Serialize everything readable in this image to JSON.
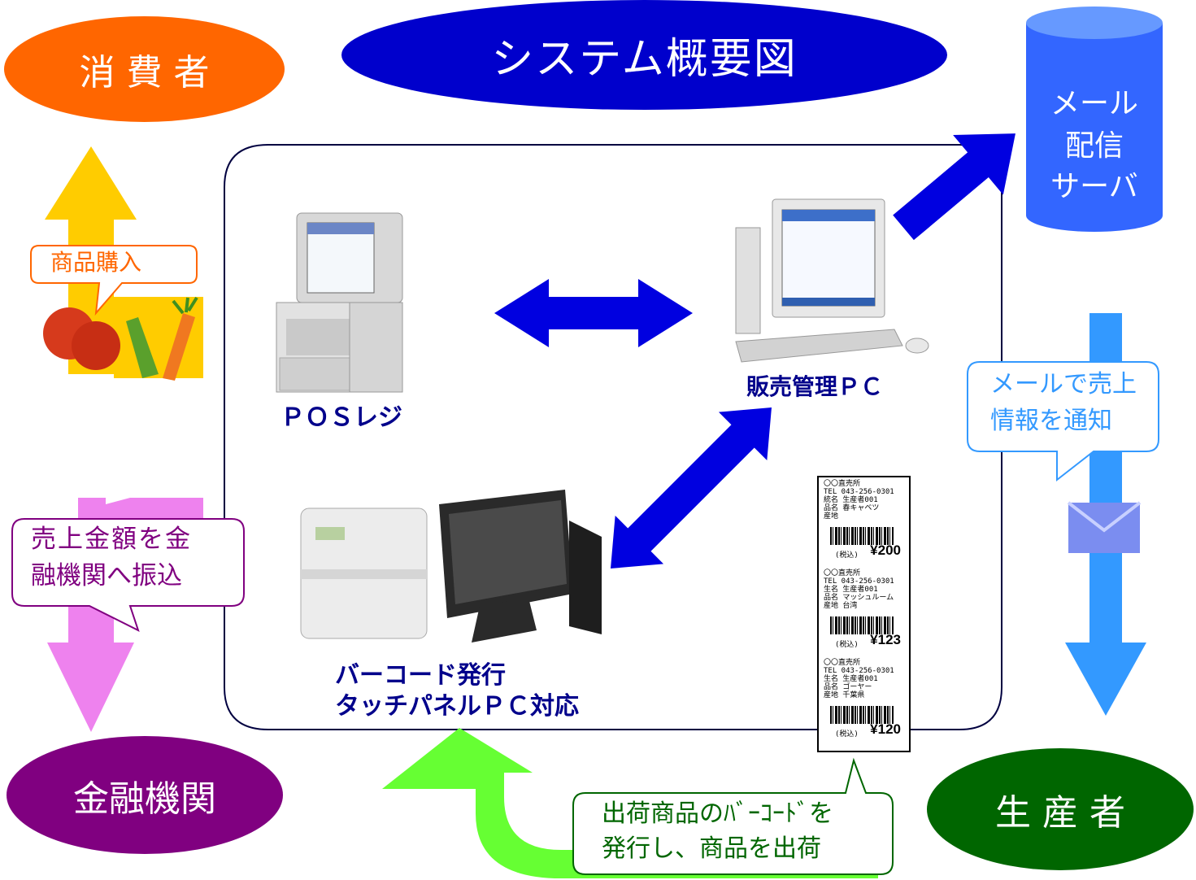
{
  "title": "システム概要図",
  "nodes": {
    "consumer": "消 費 者",
    "bank": "金融機関",
    "producer": "生 産 者",
    "mail_server": [
      "メール",
      "配信",
      "サーバ"
    ]
  },
  "devices": {
    "pos": "ＰＯＳレジ",
    "sales_pc": "販売管理ＰＣ",
    "barcode_line1": "バーコード発行",
    "barcode_line2": "タッチパネルＰＣ対応"
  },
  "callouts": {
    "purchase": "商品購入",
    "transfer_line1": "売上金額を金",
    "transfer_line2": "融機関へ振込",
    "notify_line1": "メールで売上",
    "notify_line2": "情報を通知",
    "ship_line1": "出荷商品のﾊﾞｰｺｰﾄﾞを",
    "ship_line2": "発行し、商品を出荷"
  },
  "receipt": [
    {
      "lines": [
        "〇〇直売所",
        "TEL 043-256-0301",
        "統名 生産者001",
        "品名 春キャベツ",
        "産地"
      ],
      "tax": "(税込)",
      "price": "¥200"
    },
    {
      "lines": [
        "〇〇直売所",
        "TEL 043-256-0301",
        "生名 生産者001",
        "品名 マッシュルーム",
        "産地 台湾"
      ],
      "tax": "(税込)",
      "price": "¥123"
    },
    {
      "lines": [
        "〇〇直売所",
        "TEL 043-256-0301",
        "生名 生産者001",
        "品名 ゴーヤー",
        "産地 千葉県"
      ],
      "tax": "(税込)",
      "price": "¥120"
    }
  ],
  "colors": {
    "title_ellipse": "#0000cc",
    "consumer": "#ff6600",
    "bank": "#800080",
    "producer": "#006600",
    "mail_server": "#3366ff",
    "arrow_blue": "#0000e0",
    "arrow_yellow": "#ffcc00",
    "arrow_pink": "#ee82ee",
    "arrow_green": "#66ff33",
    "arrow_lightblue": "#3399ff"
  }
}
